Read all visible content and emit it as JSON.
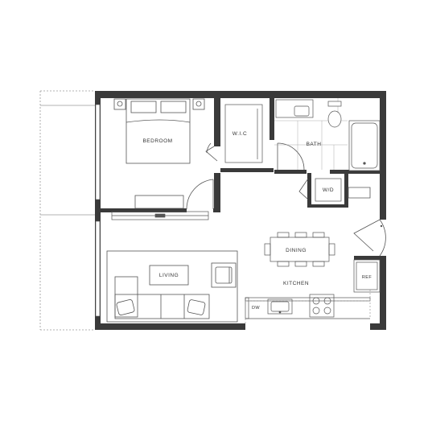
{
  "rooms": {
    "bedroom": "BEDROOM",
    "wic": "W.I.C",
    "bath": "BATH",
    "wd": "W/D",
    "dining": "DINING",
    "living": "LIVING",
    "kitchen": "KITCHEN",
    "ref": "REF",
    "dw": "DW"
  },
  "colors": {
    "wall": "#3a3a3a",
    "line": "#555555",
    "light": "#9a9a9a",
    "background": "#ffffff"
  }
}
